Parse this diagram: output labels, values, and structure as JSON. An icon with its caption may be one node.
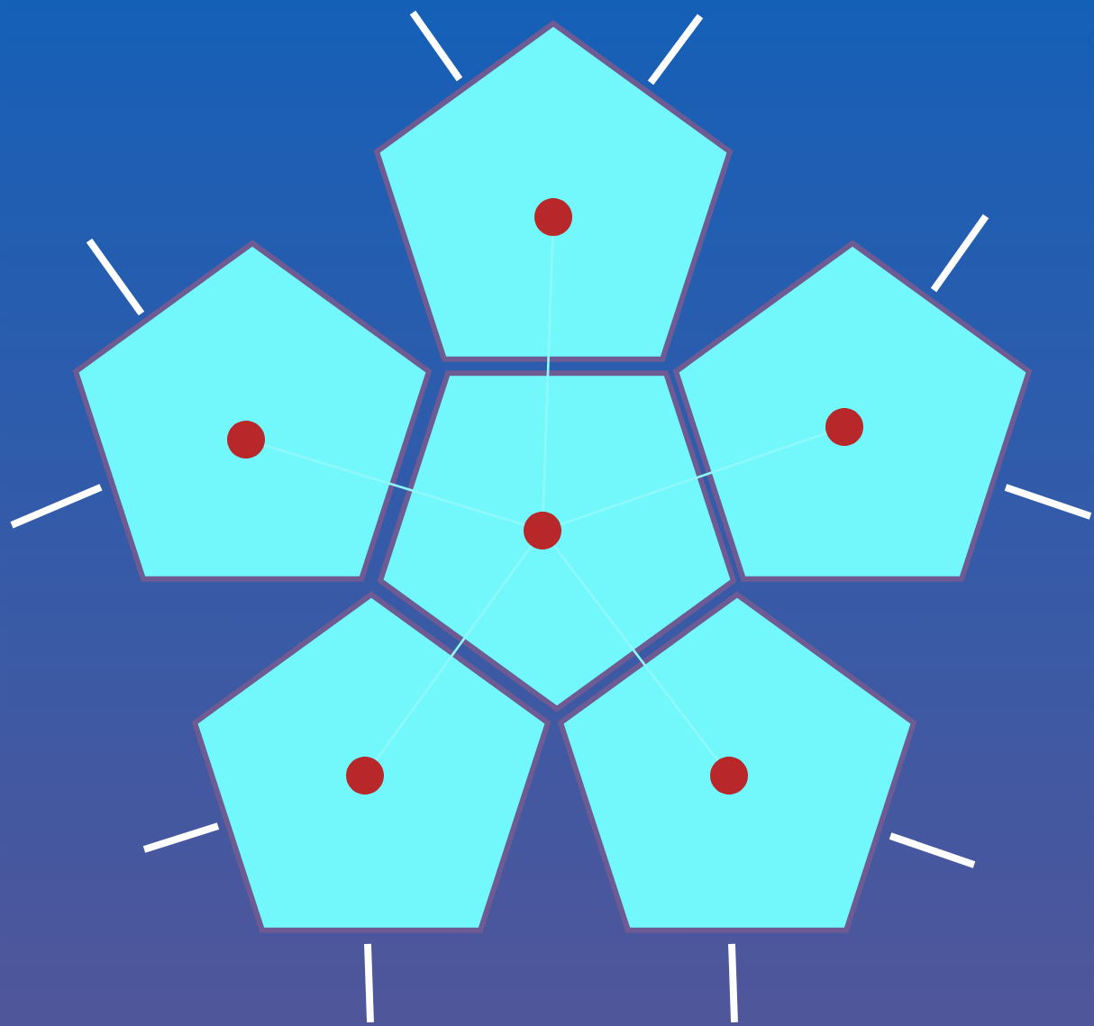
{
  "diagram": {
    "nodes": [
      {
        "text": [],
        "shape": "pentagon"
      },
      {
        "text": [],
        "shape": "circle",
        "in": 0
      },
      {
        "text": [],
        "shape": "pentagon"
      },
      {
        "text": [],
        "shape": "circle",
        "in": 2
      },
      {
        "text": [],
        "shape": "pentagon"
      },
      {
        "text": [],
        "shape": "circle",
        "in": 4
      },
      {
        "text": [],
        "shape": "pentagon"
      },
      {
        "text": [],
        "shape": "circle",
        "in": 6
      },
      {
        "text": [],
        "shape": "pentagon"
      },
      {
        "text": [],
        "shape": "circle",
        "in": 8
      },
      {
        "text": [],
        "shape": "pentagon"
      },
      {
        "text": [],
        "shape": "circle",
        "in": 10
      }
    ],
    "edges": [
      {
        "from": 0,
        "to": null,
        "arrow": "none"
      },
      {
        "from": 0,
        "to": null,
        "arrow": "none"
      },
      {
        "from": 2,
        "to": null,
        "arrow": "none"
      },
      {
        "from": 2,
        "to": null,
        "arrow": "none"
      },
      {
        "from": 6,
        "to": null,
        "arrow": "none"
      },
      {
        "from": 6,
        "to": null,
        "arrow": "none"
      },
      {
        "from": 8,
        "to": null,
        "arrow": "none"
      },
      {
        "from": 8,
        "to": null,
        "arrow": "none"
      },
      {
        "from": 10,
        "to": null,
        "arrow": "none"
      },
      {
        "from": 10,
        "to": null,
        "arrow": "none"
      },
      {
        "from": 5,
        "to": 1,
        "arrow": "none",
        "color": "#8ef8fc"
      },
      {
        "from": 5,
        "to": 3,
        "arrow": "none",
        "color": "#8ef8fc"
      },
      {
        "from": 5,
        "to": 7,
        "arrow": "none",
        "color": "#8ef8fc"
      },
      {
        "from": 5,
        "to": 9,
        "arrow": "none",
        "color": "#8ef8fc"
      },
      {
        "from": 5,
        "to": 11,
        "arrow": "none",
        "color": "#8ef8fc"
      }
    ]
  }
}
